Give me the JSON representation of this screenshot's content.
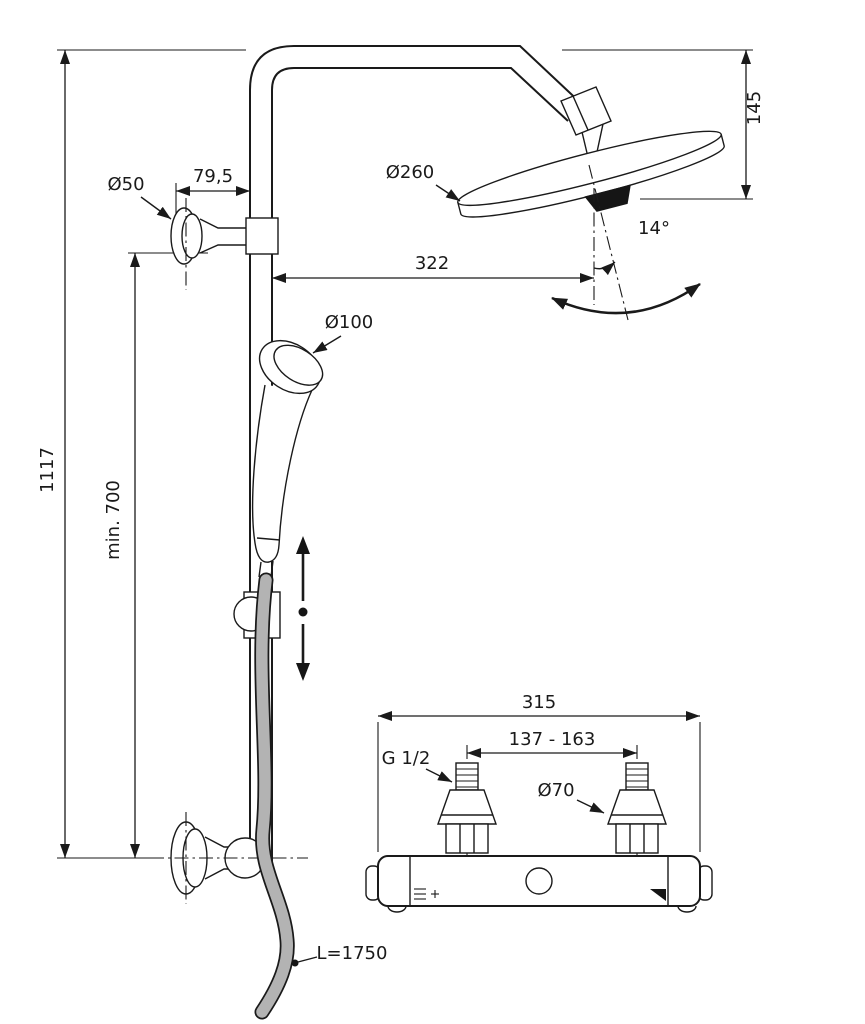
{
  "drawing": {
    "colors": {
      "line": "#1a1a1a",
      "paper": "#ffffff",
      "hose": "#b3b3b3",
      "dark": "#151515"
    },
    "icons": {
      "slider_movement": "up-down-arrow",
      "head_swivel": "curved-double-arrow"
    },
    "labels": {
      "d50": "Ø50",
      "off795": "79,5",
      "d260": "Ø260",
      "h145": "145",
      "ang14": "14°",
      "reach322": "322",
      "d100": "Ø100",
      "min700": "min. 700",
      "total1117": "1117",
      "w315": "315",
      "spacing": "137 - 163",
      "thread": "G 1/2",
      "d70": "Ø70",
      "hose": "L=1750"
    }
  }
}
